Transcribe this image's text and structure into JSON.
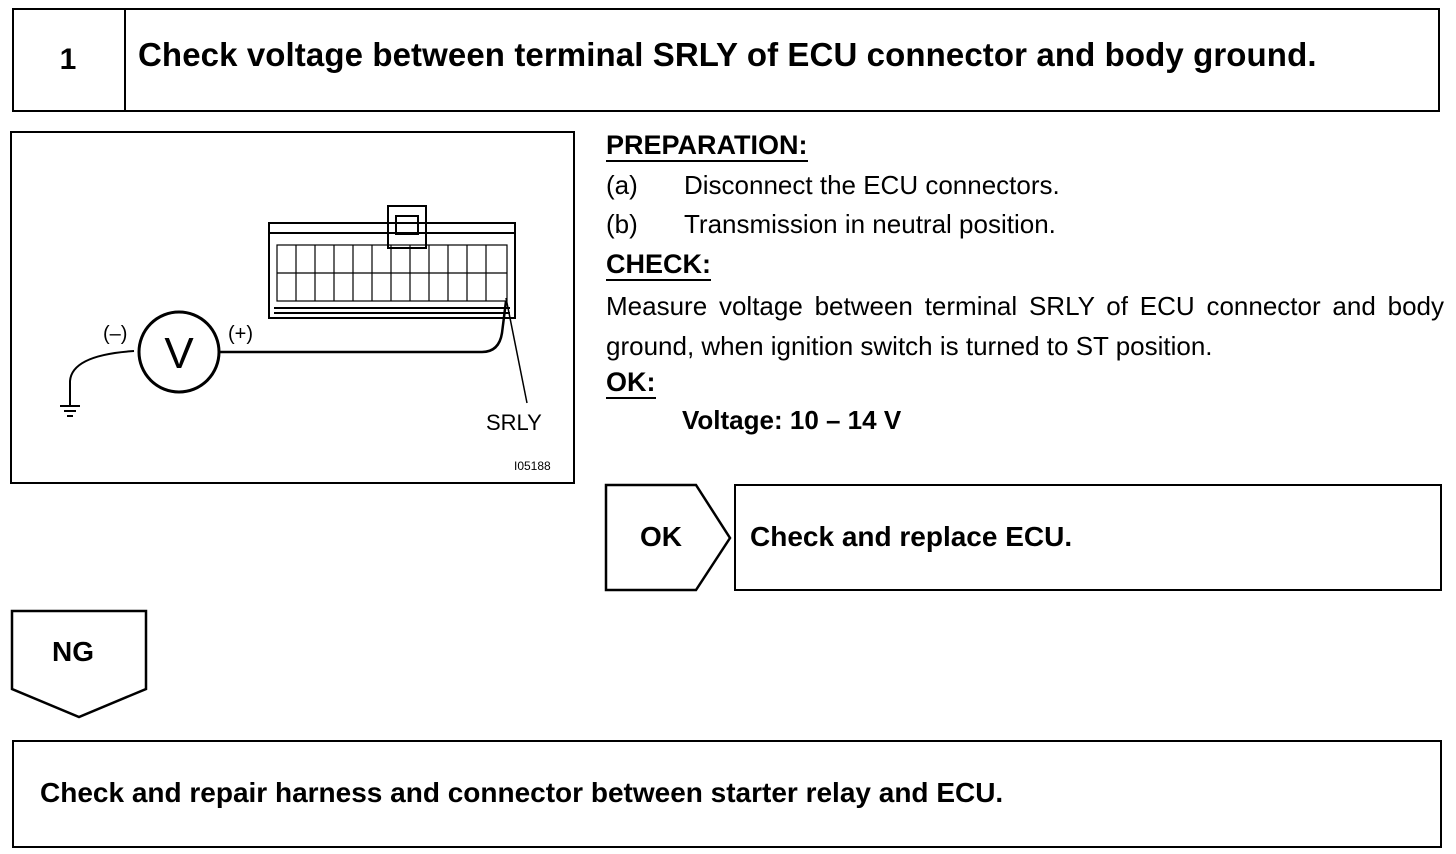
{
  "step": {
    "number": "1",
    "title": "Check voltage between terminal SRLY of ECU connector and body ground."
  },
  "illustration": {
    "meter_symbol": "V",
    "negative_label": "(–)",
    "positive_label": "(+)",
    "terminal_label": "SRLY",
    "figure_id": "I05188",
    "icons": [
      "voltmeter-icon",
      "ground-symbol-icon",
      "ecu-connector-icon"
    ]
  },
  "preparation": {
    "heading": "PREPARATION:",
    "steps": [
      {
        "letter": "(a)",
        "text": "Disconnect the ECU connectors."
      },
      {
        "letter": "(b)",
        "text": "Transmission in neutral position."
      }
    ]
  },
  "check": {
    "heading": "CHECK:",
    "text": "Measure voltage between terminal SRLY of ECU connector and body ground, when ignition switch is turned to ST position."
  },
  "ok_spec": {
    "heading": "OK:",
    "value": "Voltage: 10 – 14 V"
  },
  "result_ok": {
    "label": "OK",
    "action": "Check and replace ECU."
  },
  "result_ng": {
    "label": "NG",
    "action": "Check and repair harness and connector between starter relay and ECU."
  }
}
